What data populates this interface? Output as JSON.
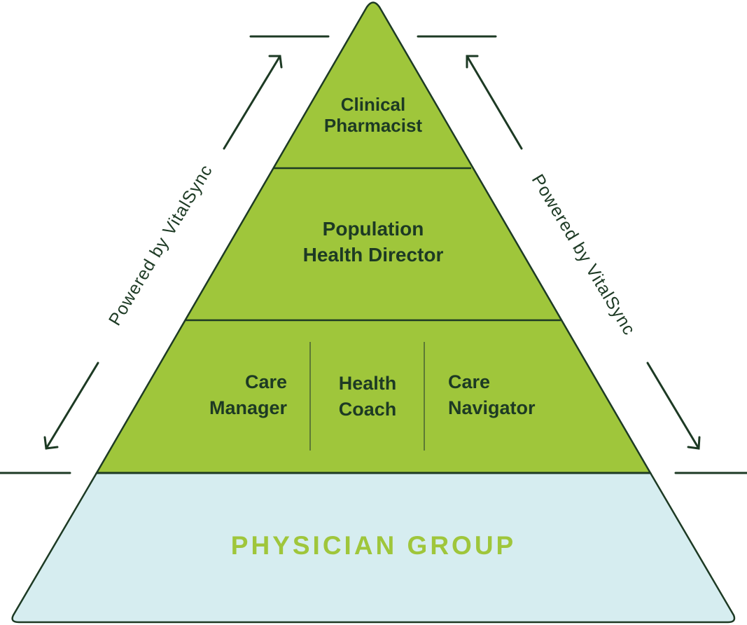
{
  "colors": {
    "tier_green": "#9fc63b",
    "base_blue": "#d6edf0",
    "outline": "#1d3a24",
    "base_text": "#9fc63b"
  },
  "pyramid": {
    "tier1": {
      "line1": "Clinical",
      "line2": "Pharmacist"
    },
    "tier2": {
      "line1": "Population",
      "line2": "Health Director"
    },
    "tier3": {
      "care_manager": {
        "line1": "Care",
        "line2": "Manager"
      },
      "health_coach": {
        "line1": "Health",
        "line2": "Coach"
      },
      "care_navigator": {
        "line1": "Care",
        "line2": "Navigator"
      }
    },
    "base": {
      "label": "PHYSICIAN GROUP"
    }
  },
  "side_labels": {
    "left": "Powered by VitalSync",
    "right": "Powered by VitalSync"
  }
}
